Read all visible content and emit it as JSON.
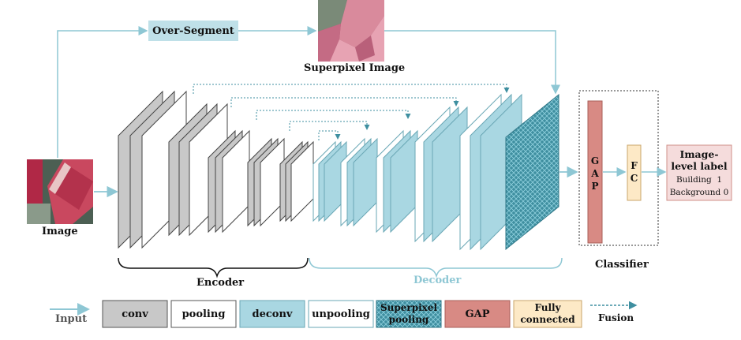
{
  "labels": {
    "over_segment": "Over-Segment",
    "superpixel_image": "Superpixel Image",
    "image": "Image",
    "encoder": "Encoder",
    "decoder": "Decoder",
    "classifier": "Classifier",
    "gap": "G\nA\nP",
    "fc": "F\nC",
    "output_title": "Image-\nlevel label",
    "output_building": "Building  1",
    "output_background": "Background 0"
  },
  "legend": {
    "input": "Input",
    "conv": "conv",
    "pooling": "pooling",
    "deconv": "deconv",
    "unpooling": "unpooling",
    "superpixel_pooling": "Superpixel\npooling",
    "gap": "GAP",
    "fully_connected": "Fully\nconnected",
    "fusion": "Fusion"
  },
  "colors": {
    "conv": "#c8c8c8",
    "pooling": "#ffffff",
    "deconv": "#a9d7e2",
    "unpooling": "#ffffff",
    "superpixel_pooling": "#3f8fa0",
    "gap": "#d88a84",
    "fc": "#fde9c6",
    "output": "#f5dcdc",
    "arrow": "#8ec7d4",
    "encoder_brace": "#111111",
    "decoder_brace": "#8ec7d4"
  }
}
